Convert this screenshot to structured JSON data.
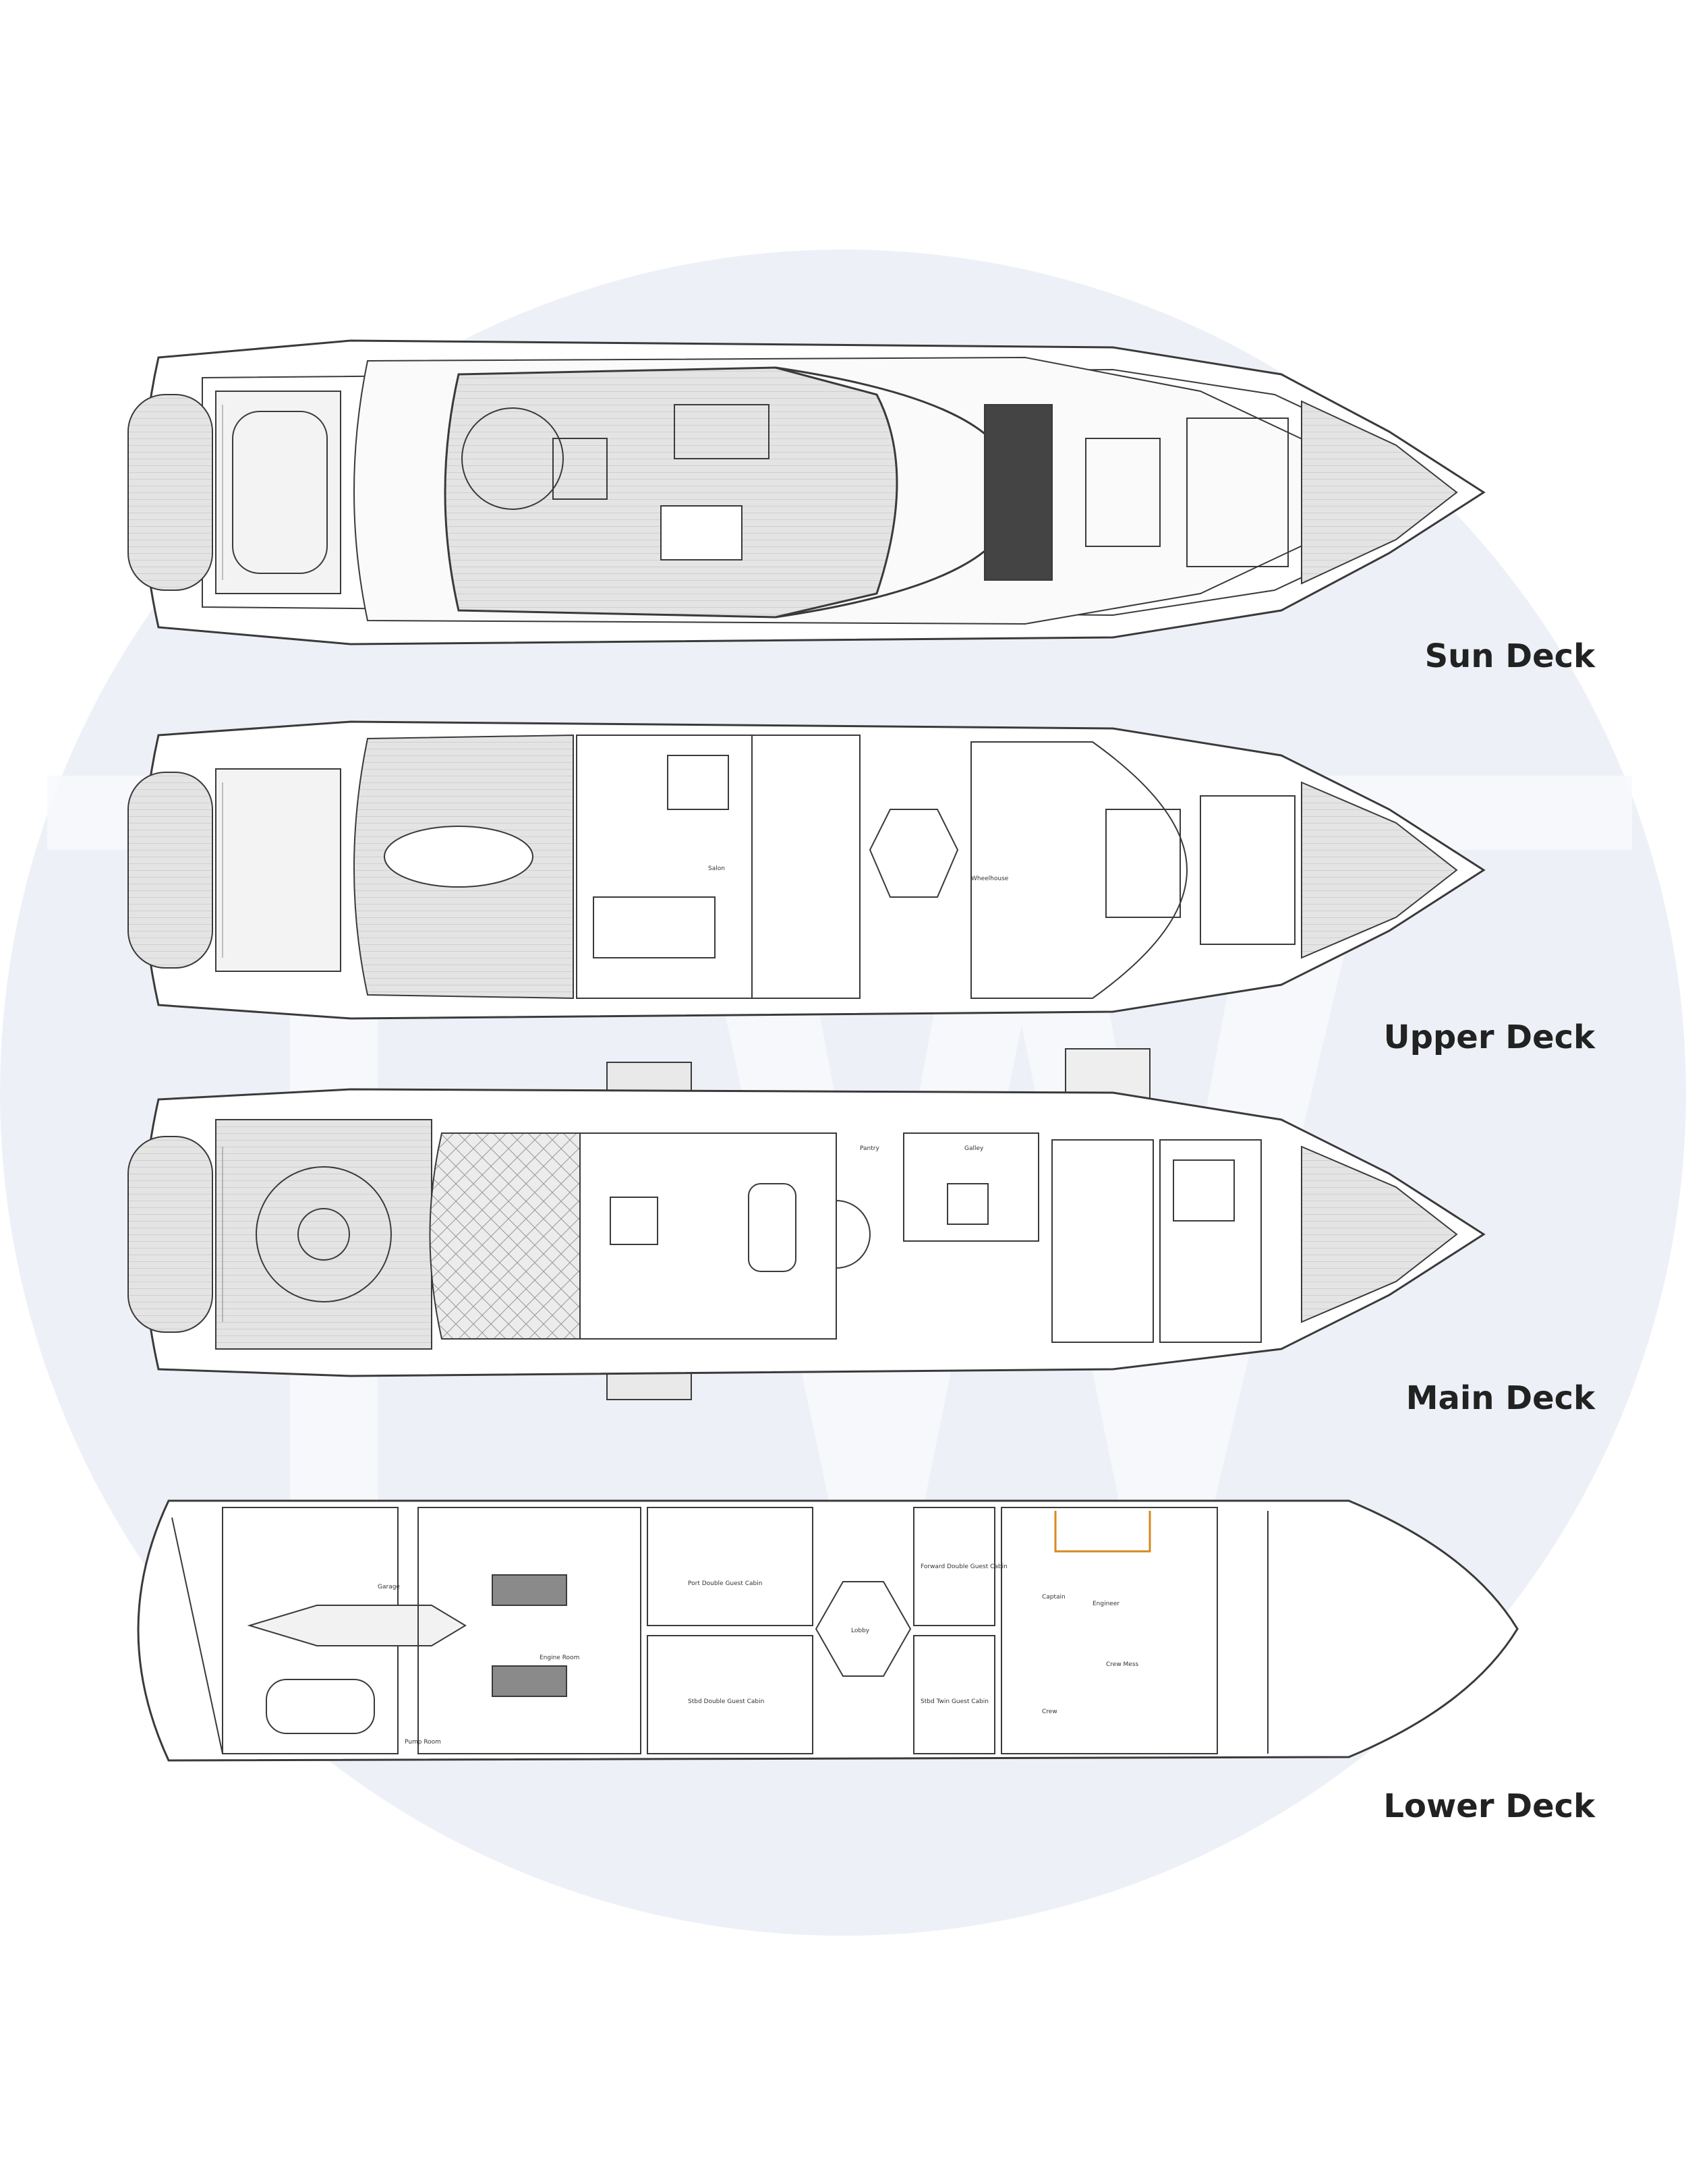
{
  "colors": {
    "background": "#ffffff",
    "watermark_circle": "#edf1f7",
    "line": "#3a3a3a",
    "teak_fill": "#dcdcdc",
    "dark_glass": "#444444",
    "orange_accent": "#d68a1e"
  },
  "decks": [
    {
      "id": "sun",
      "label": "Sun Deck"
    },
    {
      "id": "upper",
      "label": "Upper Deck",
      "rooms": {
        "salon": "Salon",
        "wheelhouse": "Wheelhouse"
      }
    },
    {
      "id": "main",
      "label": "Main Deck",
      "rooms": {
        "galley": "Galley",
        "pantry": "Pantry"
      }
    },
    {
      "id": "lower",
      "label": "Lower Deck",
      "rooms": {
        "garage": "Garage",
        "engine_room": "Engine Room",
        "pump_room": "Pump Room",
        "port_double": "Port Double Guest Cabin",
        "stbd_double": "Stbd Double Guest Cabin",
        "lobby": "Lobby",
        "fwd_double": "Forward Double Guest Cabin",
        "stbd_twin": "Stbd Twin Guest Cabin",
        "crew_mess": "Crew Mess",
        "crew": "Crew",
        "captain": "Captain",
        "engineer": "Engineer"
      }
    }
  ]
}
